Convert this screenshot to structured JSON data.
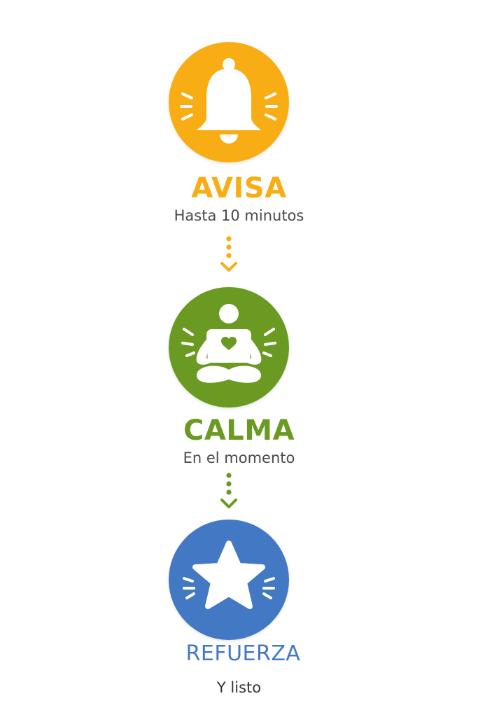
{
  "steps": [
    {
      "title": "AVISA",
      "subtitle": "Hasta 10 minutos",
      "color": "#F9AD14",
      "icon": "bell-icon"
    },
    {
      "title": "CALMA",
      "subtitle": "En el momento",
      "color": "#6A9A22",
      "icon": "meditation-heart-icon"
    },
    {
      "title": "REFUERZA",
      "subtitle": "Y listo",
      "color": "#4278C4",
      "icon": "star-icon"
    }
  ],
  "connectors": [
    {
      "color": "#F9AD14",
      "icon": "dotted-down-arrow-icon"
    },
    {
      "color": "#6A9A22",
      "icon": "dotted-down-arrow-icon"
    }
  ]
}
